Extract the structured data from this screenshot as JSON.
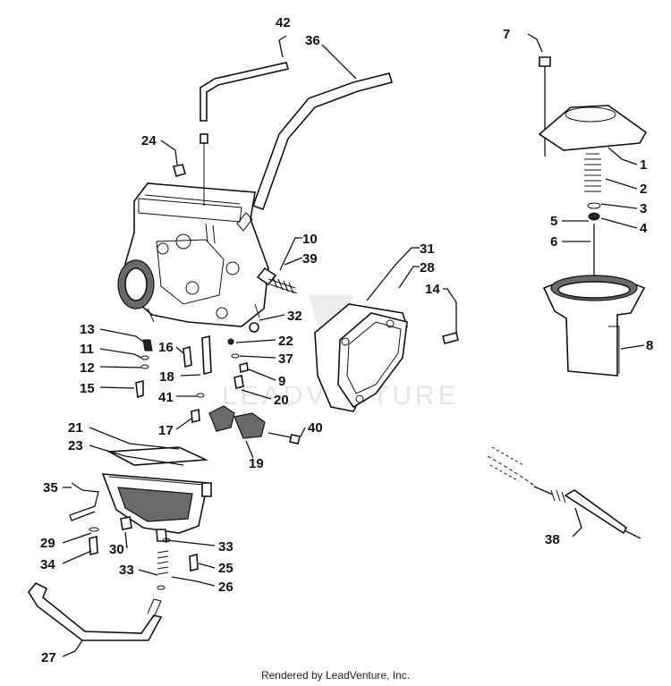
{
  "watermark": "LEADVENTURE",
  "footer": "Rendered by LeadVenture, Inc.",
  "callouts": {
    "c1": "1",
    "c2": "2",
    "c3": "3",
    "c4": "4",
    "c5": "5",
    "c6": "6",
    "c7": "7",
    "c8": "8",
    "c9": "9",
    "c10": "10",
    "c11": "11",
    "c12": "12",
    "c13": "13",
    "c14": "14",
    "c15": "15",
    "c16": "16",
    "c17": "17",
    "c18": "18",
    "c19": "19",
    "c20": "20",
    "c21": "21",
    "c22": "22",
    "c23": "23",
    "c24": "24",
    "c25": "25",
    "c26": "26",
    "c27": "27",
    "c28": "28",
    "c29": "29",
    "c30": "30",
    "c31": "31",
    "c32": "32",
    "c33a": "33",
    "c33b": "33",
    "c34": "34",
    "c35": "35",
    "c36": "36",
    "c37": "37",
    "c38": "38",
    "c39": "39",
    "c40": "40",
    "c41": "41",
    "c42": "42"
  }
}
